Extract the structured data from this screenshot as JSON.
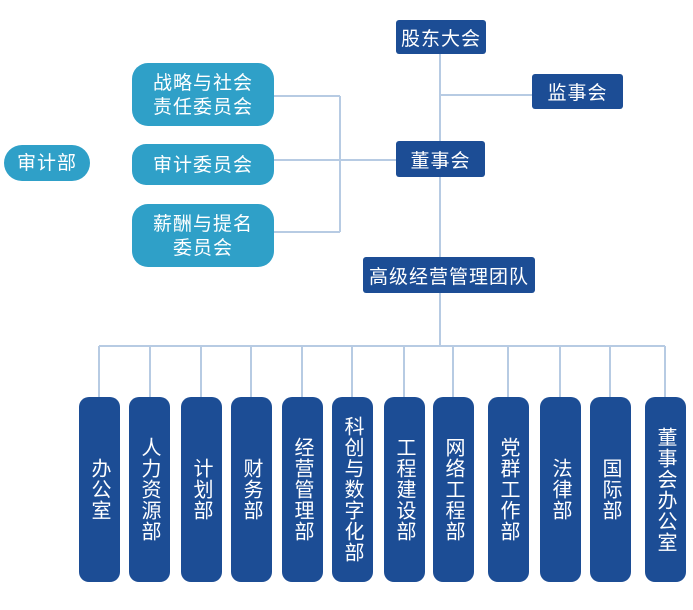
{
  "colors": {
    "dark": "#1c4d95",
    "light": "#2fa0c8",
    "line": "#b7cbe3"
  },
  "top": {
    "shareholders": "股东大会",
    "supervisory_board": "监事会",
    "board": "董事会",
    "management": "高级经营管理团队"
  },
  "committees": [
    {
      "line1": "战略与社会",
      "line2": "责任委员会"
    },
    {
      "line1": "审计委员会",
      "line2": ""
    },
    {
      "line1": "薪酬与提名",
      "line2": "委员会"
    }
  ],
  "audit_dept": "审计部",
  "departments": [
    "办公室",
    "人力资源部",
    "计划部",
    "财务部",
    "经营管理部",
    "科创与数字化部",
    "工程建设部",
    "网络工程部",
    "党群工作部",
    "法律部",
    "国际部",
    "董事会办公室"
  ]
}
